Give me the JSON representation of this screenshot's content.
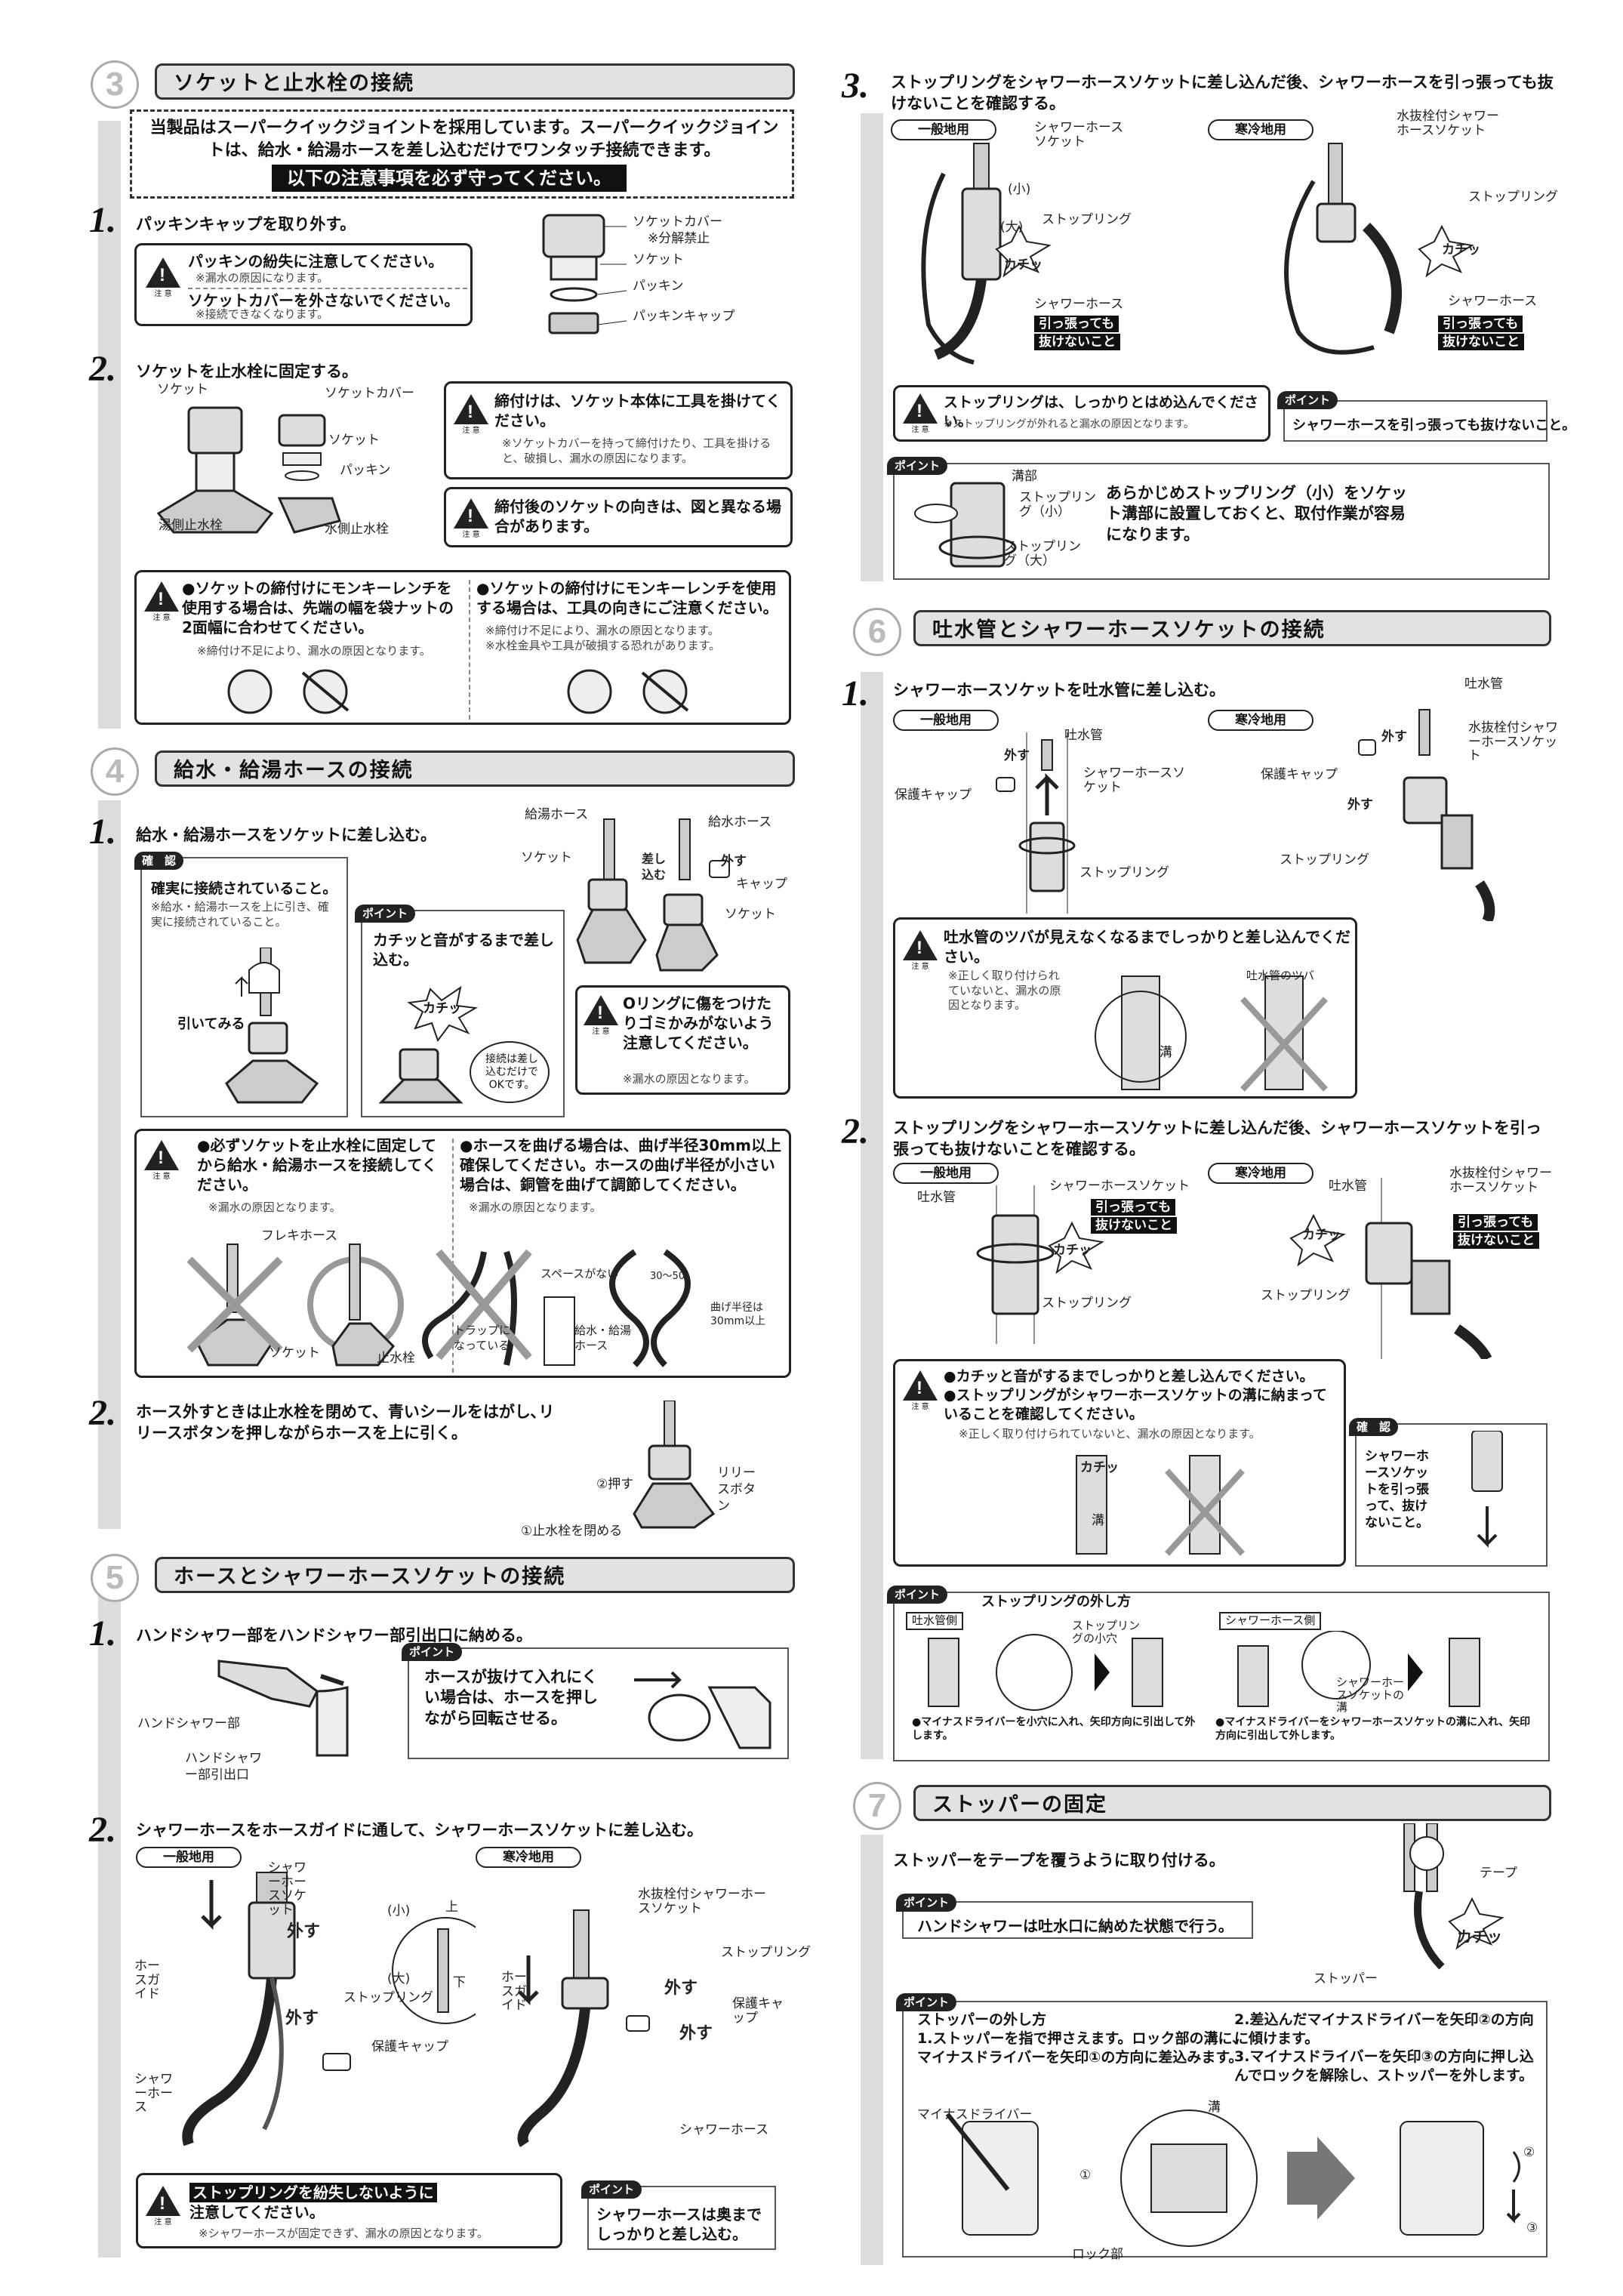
{
  "s3": {
    "num": "3",
    "title": "ソケットと止水栓の接続",
    "notice": "当製品はスーパークイックジョイントを採用しています。スーパークイックジョイントは、給水・給湯ホースを差し込むだけでワンタッチ接続できます。",
    "notice_bar": "以下の注意事項を必ず守ってください。",
    "step1": {
      "num": "1.",
      "text": "パッキンキャップを取り外す。",
      "warn1": "パッキンの紛失に注意してください。",
      "warn1_note": "※漏水の原因になります。",
      "warn2": "ソケットカバーを外さないでください。",
      "warn2_note": "※接続できなくなります。",
      "labels": [
        "ソケットカバー",
        "※分解禁止",
        "ソケット",
        "パッキン",
        "パッキンキャップ"
      ]
    },
    "step2": {
      "num": "2.",
      "text": "ソケットを止水栓に固定する。",
      "labels_left": [
        "ソケット",
        "湯側止水栓"
      ],
      "labels_mid": [
        "ソケットカバー",
        "ソケット",
        "パッキン",
        "水側止水栓"
      ],
      "warn1": "締付けは、ソケット本体に工具を掛けてください。",
      "warn1_note": "※ソケットカバーを持って締付けたり、工具を掛けると、破損し、漏水の原因になります。",
      "warn2": "締付後のソケットの向きは、図と異なる場合があります。"
    },
    "bigwarn": {
      "left": "●ソケットの締付けにモンキーレンチを使用する場合は、先端の幅を袋ナットの2面幅に合わせてください。",
      "left_note": "※締付け不足により、漏水の原因となります。",
      "right": "●ソケットの締付けにモンキーレンチを使用する場合は、工具の向きにご注意ください。",
      "right_note1": "※締付け不足により、漏水の原因となります。",
      "right_note2": "※水栓金具や工具が破損する恐れがあります。"
    }
  },
  "s4": {
    "num": "4",
    "title": "給水・給湯ホースの接続",
    "step1": {
      "num": "1.",
      "text": "給水・給湯ホースをソケットに差し込む。",
      "check_tag": "確　認",
      "check_text": "確実に接続されていること。",
      "check_note": "※給水・給湯ホースを上に引き、確実に接続されていること。",
      "pull_label": "引いてみる",
      "point_tag": "ポイント",
      "point_text": "カチッと音がするまで差し込む。",
      "kachi": "カチッ",
      "bubble": "接続は差し込むだけでOKです。",
      "diagram_labels": [
        "給湯ホース",
        "給水ホース",
        "ソケット",
        "差し込む",
        "外す",
        "キャップ",
        "ソケット"
      ],
      "oring": "Oリングに傷をつけたりゴミかみがないよう注意してください。",
      "oring_note": "※漏水の原因となります。"
    },
    "bigwarn": {
      "left": "●必ずソケットを止水栓に固定してから給水・給湯ホースを接続してください。",
      "left_note": "※漏水の原因となります。",
      "right": "●ホースを曲げる場合は、曲げ半径30mm以上確保してください。ホースの曲げ半径が小さい場合は、銅管を曲げて調節してください。",
      "right_note": "※漏水の原因となります。",
      "labels": [
        "フレキホース",
        "ソケット",
        "止水栓",
        "スペースがない",
        "トラップになっている",
        "給水・給湯ホース",
        "曲げ半径は30mm以上",
        "30～50"
      ]
    },
    "step2": {
      "num": "2.",
      "text": "ホース外すときは止水栓を閉めて、青いシールをはがし､リリースボタンを押しながらホースを上に引く。",
      "labels": [
        "②押す",
        "リリースボタン",
        "①止水栓を閉める"
      ]
    }
  },
  "s5": {
    "num": "5",
    "title": "ホースとシャワーホースソケットの接続",
    "step1": {
      "num": "1.",
      "text": "ハンドシャワー部をハンドシャワー部引出口に納める。",
      "labels": [
        "ハンドシャワー部",
        "ハンドシャワー部引出口"
      ],
      "point_tag": "ポイント",
      "point_text": "ホースが抜けて入れにくい場合は、ホースを押しながら回転させる。"
    },
    "step2": {
      "num": "2.",
      "text": "シャワーホースをホースガイドに通して、シャワーホースソケットに差し込む。",
      "general": "一般地用",
      "cold": "寒冷地用",
      "labels_g": [
        "シャワーホースソケット",
        "外す",
        "ホースガイド",
        "ストップリング",
        "外す",
        "保護キャップ",
        "シャワーホース",
        "(小)",
        "上",
        "(大)",
        "下"
      ],
      "labels_c": [
        "水抜栓付シャワーホースソケット",
        "ストップリング",
        "ホースガイド",
        "外す",
        "保護キャップ",
        "外す",
        "シャワーホース"
      ],
      "warn_hl": "ストップリングを紛失しないように",
      "warn_rest": "注意してください。",
      "warn_note": "※シャワーホースが固定できず、漏水の原因となります。",
      "point_tag": "ポイント",
      "point_text": "シャワーホースは奥までしっかりと差し込む。"
    },
    "step3": {
      "num": "3.",
      "text": "ストップリングをシャワーホースソケットに差し込んだ後、シャワーホースを引っ張っても抜けないことを確認する。",
      "general": "一般地用",
      "cold": "寒冷地用",
      "labels_g": [
        "シャワーホースソケット",
        "(小)",
        "(大)",
        "ストップリング",
        "カチッ",
        "シャワーホース"
      ],
      "labels_c": [
        "水抜栓付シャワーホースソケット",
        "ストップリング",
        "カチッ",
        "シャワーホース"
      ],
      "pull1": "引っ張っても",
      "pull2": "抜けないこと",
      "warn": "ストップリングは、しっかりとはめ込んでください。",
      "warn_note": "※ストップリングが外れると漏水の原因となります。",
      "point_tag": "ポイント",
      "point_text": "シャワーホースを引っ張っても抜けないこと。",
      "point2_tag": "ポイント",
      "point2_text": "あらかじめストップリング（小）をソケット溝部に設置しておくと、取付作業が容易になります。",
      "point2_labels": [
        "溝部",
        "ストップリング（小）",
        "ストップリング（大）"
      ]
    }
  },
  "s6": {
    "num": "6",
    "title": "吐水管とシャワーホースソケットの接続",
    "step1": {
      "num": "1.",
      "text": "シャワーホースソケットを吐水管に差し込む。",
      "general": "一般地用",
      "cold": "寒冷地用",
      "labels_g": [
        "外す",
        "吐水管",
        "保護キャップ",
        "シャワーホースソケット",
        "ストップリング"
      ],
      "labels_c": [
        "吐水管",
        "外す",
        "水抜栓付シャワーホースソケット",
        "保護キャップ",
        "外す",
        "ストップリング"
      ],
      "warn": "吐水管のツバが見えなくなるまでしっかりと差し込んでください。",
      "warn_note": "※正しく取り付けられていないと、漏水の原因となります。",
      "warn_labels": [
        "吐水管のツバ",
        "溝"
      ]
    },
    "step2": {
      "num": "2.",
      "text": "ストップリングをシャワーホースソケットに差し込んだ後、シャワーホースソケットを引っ張っても抜けないことを確認する。",
      "general": "一般地用",
      "cold": "寒冷地用",
      "labels_g": [
        "吐水管",
        "シャワーホースソケット",
        "カチッ",
        "ストップリング"
      ],
      "labels_c": [
        "吐水管",
        "水抜栓付シャワーホースソケット",
        "カチッ",
        "ストップリング"
      ],
      "pull1": "引っ張っても",
      "pull2": "抜けないこと",
      "warn1": "●カチッと音がするまでしっかりと差し込んでください。",
      "warn2": "●ストップリングがシャワーホースソケットの溝に納まっていることを確認してください。",
      "warn_note": "※正しく取り付けられていないと、漏水の原因となります。",
      "check_tag": "確　認",
      "check_text": "シャワーホースソケットを引っ張って、抜けないこと。",
      "kachi": "カチッ",
      "groove": "溝"
    },
    "point": {
      "tag": "ポイント",
      "title": "ストップリングの外し方",
      "side1": "吐水管側",
      "side2": "シャワーホース側",
      "hole": "ストップリングの小穴",
      "groove": "シャワーホースソケットの溝",
      "note1": "●マイナスドライバーを小穴に入れ、矢印方向に引出して外します。",
      "note2": "●マイナスドライバーをシャワーホースソケットの溝に入れ、矢印方向に引出して外します。"
    }
  },
  "s7": {
    "num": "7",
    "title": "ストッパーの固定",
    "text": "ストッパーをテープを覆うように取り付ける。",
    "point_tag": "ポイント",
    "point_text": "ハンドシャワーは吐水口に納めた状態で行う。",
    "labels": [
      "テープ",
      "カチッ",
      "ストッパー"
    ],
    "point2_tag": "ポイント",
    "remove_title": "ストッパーの外し方",
    "remove1": "1.ストッパーを指で押さえます。ロック部の溝に、マイナスドライバーを矢印①の方向に差込みます。",
    "remove2": "2.差込んだマイナスドライバーを矢印②の方向に傾けます。",
    "remove3": "3.マイナスドライバーを矢印③の方向に押し込んでロックを解除し、ストッパーを外します。",
    "remove_labels": [
      "マイナスドライバー",
      "溝",
      "ロック部",
      "①",
      "②",
      "③"
    ]
  },
  "common": {
    "caution": "注 意"
  }
}
